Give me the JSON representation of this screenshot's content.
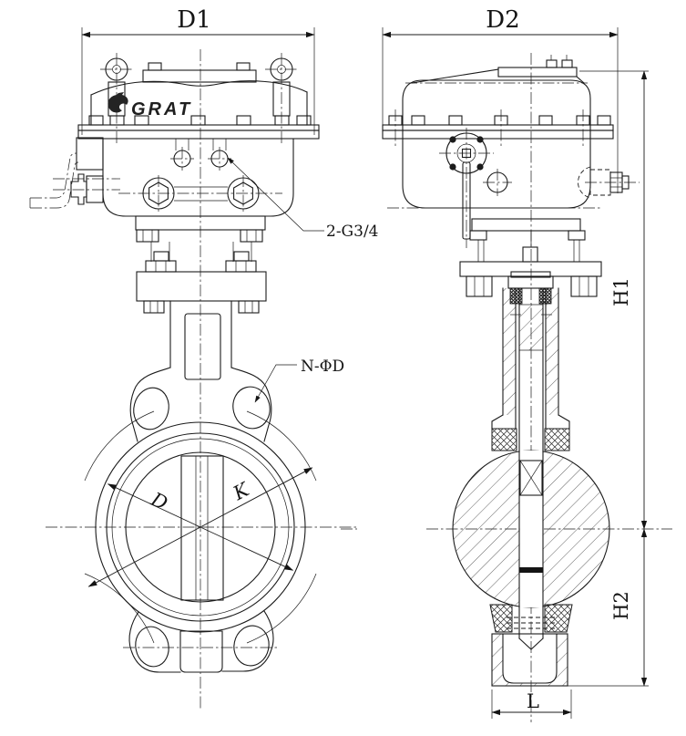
{
  "meta": {
    "background": "#ffffff",
    "line_color": "#1b1b1b",
    "drawing_type": "wafer butterfly valve with electric actuator, two orthographic views"
  },
  "front_view": {
    "width_dim": "D1",
    "logo": "GRAT",
    "conduit_leader": "2-G3/4",
    "bolt_hole_leader": "N-ΦD",
    "inner_diameter_dim": "D",
    "bolt_circle_dim": "K"
  },
  "side_view": {
    "width_dim": "D2",
    "upper_height_dim": "H1",
    "lower_height_dim": "H2",
    "face_width_dim": "L"
  }
}
